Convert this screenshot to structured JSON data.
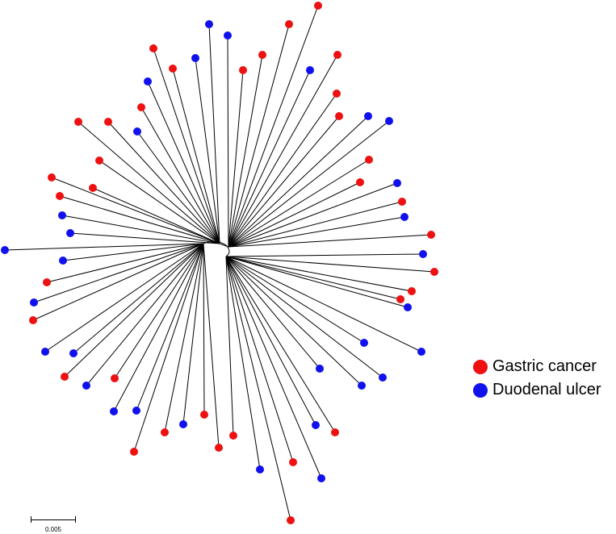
{
  "colors": {
    "gastric": "#ee1111",
    "duodenal": "#1111ee",
    "branch": "#000000"
  },
  "legend": [
    {
      "label": "Gastric cancer",
      "group": "gastric"
    },
    {
      "label": "Duodenal ulcer",
      "group": "duodenal"
    }
  ],
  "scale_bar": {
    "label": "0.005"
  }
}
